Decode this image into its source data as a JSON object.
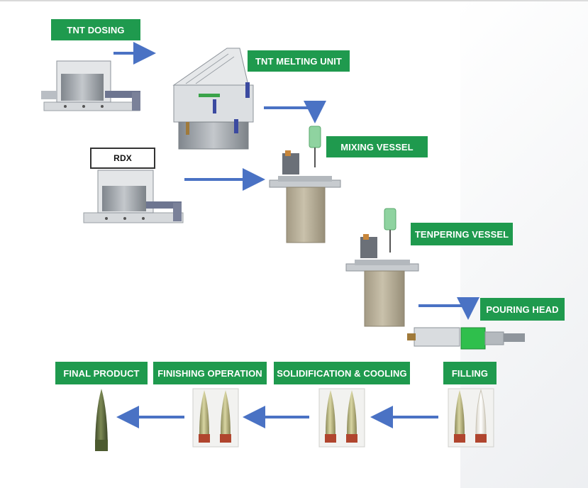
{
  "labels": {
    "tnt_dosing": "TNT DOSING",
    "tnt_melting": "TNT MELTING UNIT",
    "rdx": "RDX",
    "mixing_vessel": "MIXING VESSEL",
    "tempering_vessel": "TENPERING VESSEL",
    "pouring_head": "POURING HEAD",
    "filling": "FILLING",
    "solidification": "SOLIDIFICATION & COOLING",
    "finishing": "FINISHING OPERATION",
    "final_product": "FINAL PRODUCT"
  },
  "colors": {
    "label_green": "#1f9a4e",
    "arrow_blue": "#4a72c4",
    "vessel_tan": "#b9b09a",
    "machine_grey": "#8f959c"
  }
}
